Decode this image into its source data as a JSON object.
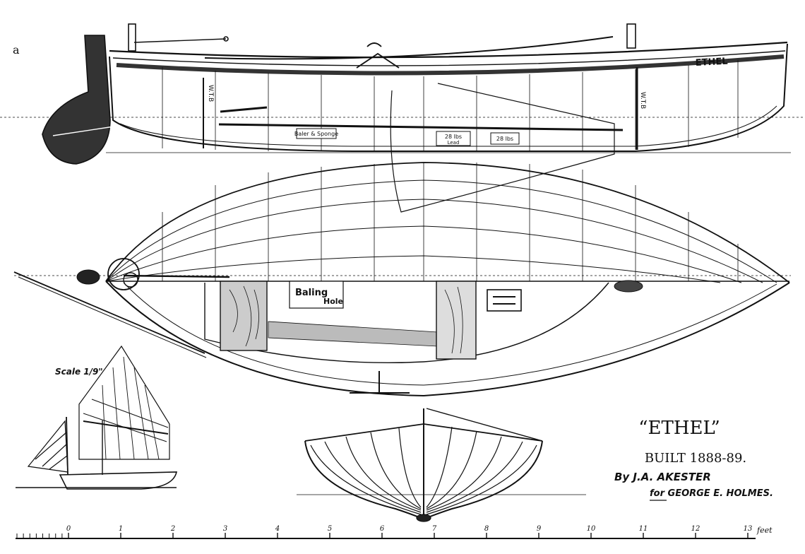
{
  "figure": {
    "corner_letter": "a",
    "scale_label": "Scale 1/9\"",
    "boat_name_on_hull": "ETHEL",
    "wtb_label": "W.T.B",
    "baler_label": "Baler & Sponge",
    "lead_label_1": "28 lbs",
    "lead_label_1_sub": "Lead",
    "lead_label_2": "28 lbs",
    "baling_word_1": "Baling",
    "baling_word_2": "Hole"
  },
  "title_block": {
    "title": "“ETHEL”",
    "built": "BUILT 1888-89.",
    "designer": "By J.A. AKESTER",
    "owner": "for GEORGE E. HOLMES."
  },
  "scale_bar": {
    "ticks": [
      "0",
      "1",
      "2",
      "3",
      "4",
      "5",
      "6",
      "7",
      "8",
      "9",
      "10",
      "11",
      "12",
      "13"
    ],
    "unit": "feet"
  },
  "colors": {
    "ink": "#111111",
    "paper": "#ffffff"
  }
}
